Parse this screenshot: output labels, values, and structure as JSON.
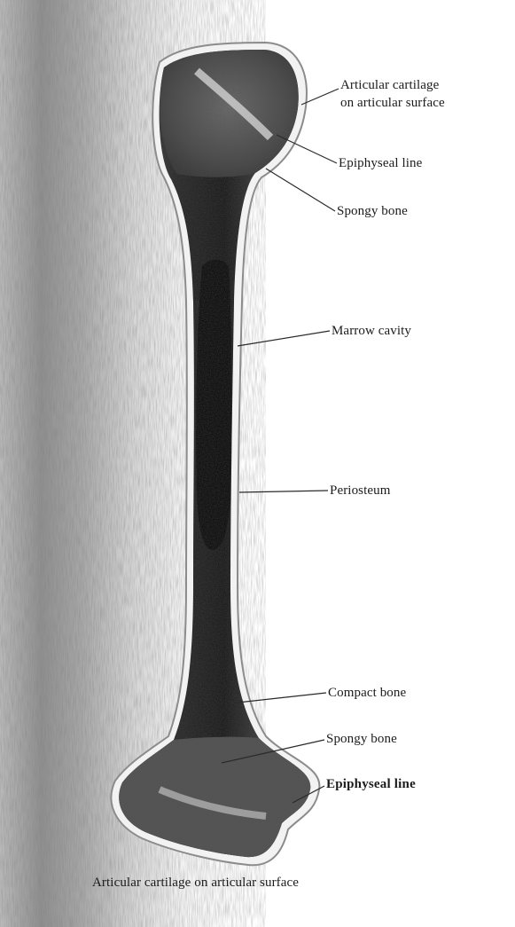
{
  "diagram": {
    "labels": {
      "articular_cartilage_top_line1": "Articular cartilage",
      "articular_cartilage_top_line2": "on articular surface",
      "epiphyseal_line_top": "Epiphyseal line",
      "spongy_bone_top": "Spongy bone",
      "marrow_cavity": "Marrow cavity",
      "periosteum": "Periosteum",
      "compact_bone": "Compact bone",
      "spongy_bone_bottom": "Spongy bone",
      "epiphyseal_line_bottom": "Epiphyseal line",
      "articular_cartilage_bottom": "Articular cartilage on articular surface"
    }
  }
}
